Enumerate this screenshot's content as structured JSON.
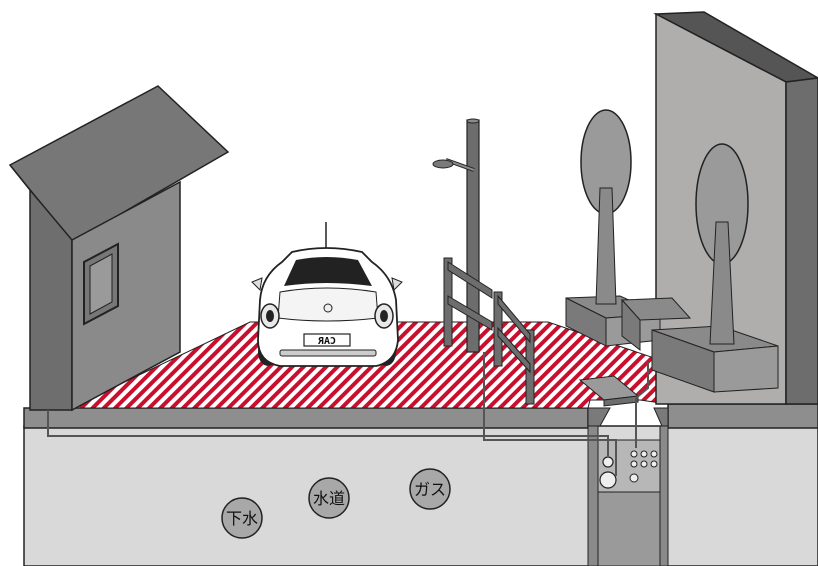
{
  "utility_labels": {
    "sewer": "下水",
    "water": "水道",
    "gas": "ガス"
  },
  "car": {
    "plate": "CAR"
  },
  "colors": {
    "road_stripe_red": "#c8102e",
    "ground_fill": "#d9d9d9",
    "building_gray": "#7f7f7f",
    "roof_gray": "#6f6f6f",
    "tall_building_face": "#b0adad",
    "tree_gray": "#9a9a9a",
    "pipe_circle": "#a8a8a8"
  }
}
